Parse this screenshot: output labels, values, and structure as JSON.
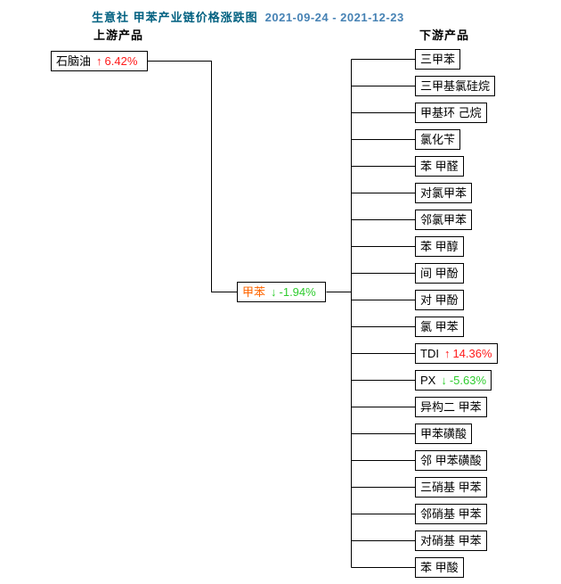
{
  "title": {
    "text": "生意社 甲苯产业链价格涨跌图",
    "date_range": "2021-09-24 - 2021-12-23"
  },
  "column_labels": {
    "upstream": "上游产品",
    "downstream": "下游产品"
  },
  "colors": {
    "title_text": "#006080",
    "date_text": "#4682b4",
    "up": "#ff1a1a",
    "down": "#2ecc2e",
    "center_label": "#ff6600",
    "line": "#000000"
  },
  "nodes": {
    "upstream": {
      "label": "石脑油",
      "arrow": "↑",
      "change": "6.42%",
      "direction": "up"
    },
    "center": {
      "label": "甲苯",
      "arrow": "↓",
      "change": "-1.94%",
      "direction": "down"
    },
    "downstream": [
      {
        "label": "三甲苯"
      },
      {
        "label": "三甲基氯硅烷"
      },
      {
        "label": "甲基环 己烷"
      },
      {
        "label": "氯化苄"
      },
      {
        "label": "苯 甲醛"
      },
      {
        "label": "对氯甲苯"
      },
      {
        "label": "邻氯甲苯"
      },
      {
        "label": "苯 甲醇"
      },
      {
        "label": "间 甲酚"
      },
      {
        "label": "对 甲酚"
      },
      {
        "label": "氯 甲苯"
      },
      {
        "label": "TDI",
        "arrow": "↑",
        "change": "14.36%",
        "direction": "up"
      },
      {
        "label": "PX",
        "arrow": "↓",
        "change": "-5.63%",
        "direction": "down"
      },
      {
        "label": "异构二 甲苯"
      },
      {
        "label": "甲苯磺酸"
      },
      {
        "label": "邻 甲苯磺酸"
      },
      {
        "label": "三硝基 甲苯"
      },
      {
        "label": "邻硝基 甲苯"
      },
      {
        "label": "对硝基 甲苯"
      },
      {
        "label": "苯 甲酸"
      }
    ]
  }
}
